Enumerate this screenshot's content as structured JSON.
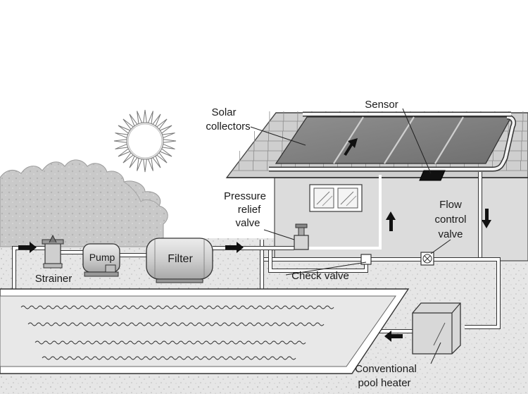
{
  "labels": {
    "solar_collectors": [
      "Solar",
      "collectors"
    ],
    "sensor": "Sensor",
    "pressure_relief_valve": [
      "Pressure",
      "relief",
      "valve"
    ],
    "flow_control_valve": [
      "Flow",
      "control",
      "valve"
    ],
    "pump": "Pump",
    "filter": "Filter",
    "strainer": "Strainer",
    "check_valve": "Check valve",
    "conventional_pool_heater": [
      "Conventional",
      "pool heater"
    ]
  }
}
